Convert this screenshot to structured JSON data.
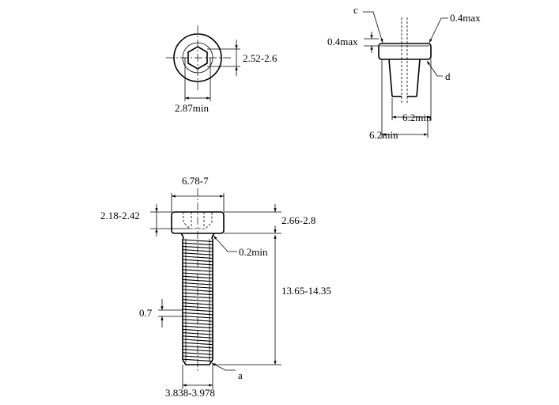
{
  "top_view": {
    "dims": {
      "hex_across_flats": "2.52-2.6",
      "hex_across_corners": "2.87min"
    }
  },
  "head_detail": {
    "labels": {
      "c": "c",
      "d": "d"
    },
    "dims": {
      "chamfer_top_right": "0.4max",
      "chamfer_left": "0.4max",
      "inner_width": "6.2min",
      "outer_width": "6.2min"
    }
  },
  "side_view": {
    "labels": {
      "a": "a"
    },
    "dims": {
      "head_diameter": "6.78-7",
      "socket_depth": "2.18-2.42",
      "head_height": "2.66-2.8",
      "underhead_fillet": "0.2min",
      "length": "13.65-14.35",
      "thread_pitch": "0.7",
      "thread_diameter": "3.838-3.978"
    }
  },
  "colors": {
    "line": "#000000",
    "background": "#ffffff"
  }
}
